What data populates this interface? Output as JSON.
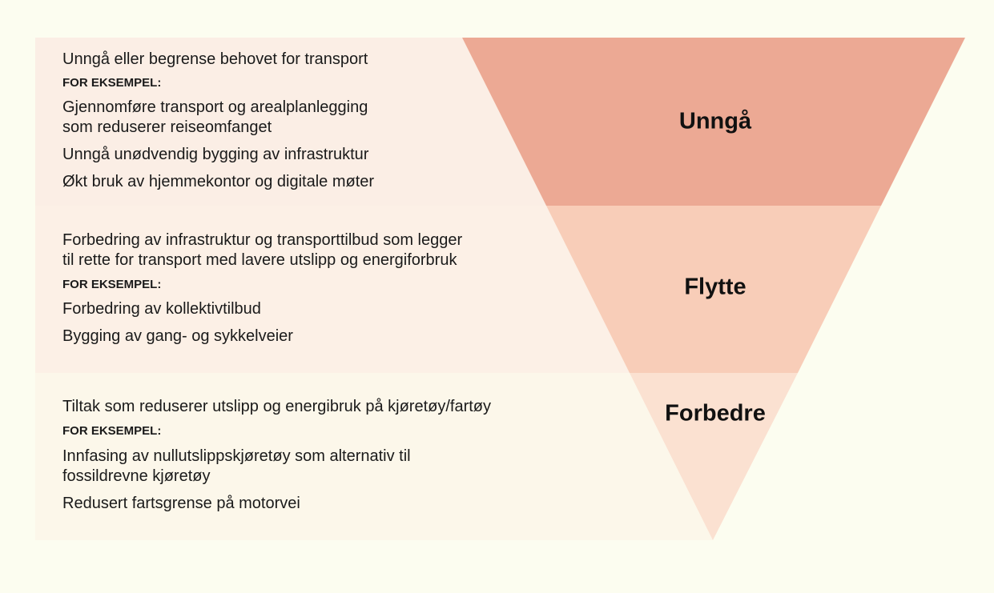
{
  "colors": {
    "background": "#fcfdf0",
    "row1": "#fbeee5",
    "row2": "#fcefe6",
    "row3": "#fcf7ea",
    "level1": "#eca994",
    "level2": "#f8cdb8",
    "level3": "#fbe1d1"
  },
  "levels": [
    {
      "title": "Unngå",
      "intro": "Unngå eller begrense behovet for transport",
      "example_label": "FOR EKSEMPEL:",
      "examples": [
        "Gjennomføre transport og arealplanlegging\nsom reduserer reiseomfanget",
        "Unngå unødvendig bygging av infrastruktur",
        "Økt bruk av hjemmekontor og digitale møter"
      ]
    },
    {
      "title": "Flytte",
      "intro": "Forbedring av infrastruktur og transporttilbud som legger\ntil rette for transport med lavere utslipp og energiforbruk",
      "example_label": "FOR EKSEMPEL:",
      "examples": [
        "Forbedring av kollektivtilbud",
        "Bygging av gang- og sykkelveier"
      ]
    },
    {
      "title": "Forbedre",
      "intro": "Tiltak som reduserer utslipp og energibruk på kjøretøy/fartøy",
      "example_label": "FOR EKSEMPEL:",
      "examples": [
        "Innfasing av nullutslippskjøretøy som alternativ til\nfossildrevne kjøretøy",
        "Redusert fartsgrense på motorvei"
      ]
    }
  ]
}
